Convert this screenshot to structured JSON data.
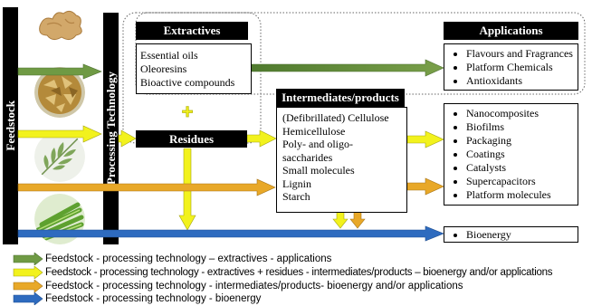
{
  "labels": {
    "feedstock": "Feedstock",
    "processing": "Processing Technology"
  },
  "extractives": {
    "title": "Extractives",
    "items": [
      "Essential oils",
      "Oleoresins",
      "Bioactive compounds"
    ]
  },
  "residues": {
    "title": "Residues",
    "plus": "+"
  },
  "intermediates": {
    "title": "Intermediates/products",
    "items": [
      "(Defibrillated) Cellulose",
      "Hemicellulose",
      "Poly- and oligo-",
      "saccharides",
      "Small molecules",
      "Lignin",
      "Starch"
    ]
  },
  "applications": {
    "title": "Applications",
    "top_items": [
      "Flavours and Fragrances",
      "Platform Chemicals",
      "Antioxidants"
    ],
    "mid_items": [
      "Nanocomposites",
      "Biofilms",
      "Packaging",
      "Coatings",
      "Catalysts",
      "Supercapacitors",
      "Platform molecules"
    ],
    "bioenergy": "Bioenergy"
  },
  "legend": [
    {
      "color": "#5f8b3a",
      "text": "Feedstock - processing technology – extractives - applications"
    },
    {
      "color": "#f2f21d",
      "text": "Feedstock - processing technology - extractives + residues - intermediates/products – bioenergy and/or applications"
    },
    {
      "color": "#e8a828",
      "text": "Feedstock - processing technology - intermediates/products- bioenergy and/or applications"
    },
    {
      "color": "#2e6bbf",
      "text": "Feedstock - processing technology - bioenergy"
    }
  ],
  "images": [
    {
      "icon": "ginger-root-icon"
    },
    {
      "icon": "dried-chips-icon"
    },
    {
      "icon": "leaf-icon"
    },
    {
      "icon": "grass-stalks-icon"
    }
  ]
}
